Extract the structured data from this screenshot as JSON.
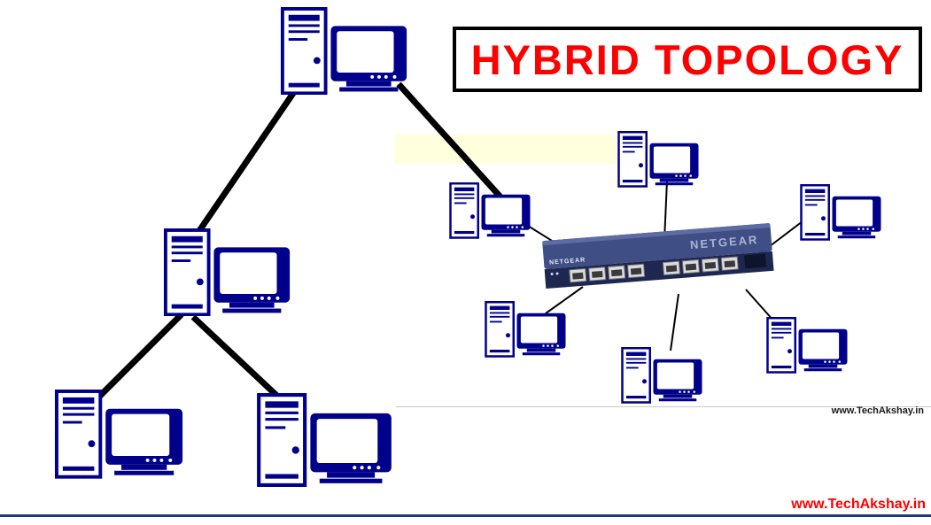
{
  "title": {
    "text": "HYBRID TOPOLOGY",
    "color": "#ff0000"
  },
  "watermarks": {
    "mid": "www.TechAkshay.in",
    "bottom": "www.TechAkshay.in"
  },
  "switch": {
    "brand": "NETGEAR"
  },
  "colors": {
    "node_navy": "#00008b",
    "edge_black": "#000000",
    "title_red": "#ff0000",
    "switch_top": "#3f4f85",
    "switch_front": "#1d2750",
    "highlight_yellow": "#ffffdd",
    "bottom_rule_blue": "#20357a"
  },
  "diagram": {
    "type": "network-topology",
    "topologies": [
      "tree",
      "star"
    ],
    "nodes": [
      {
        "id": "tree-root",
        "kind": "computer"
      },
      {
        "id": "tree-mid",
        "kind": "computer"
      },
      {
        "id": "tree-leaf-left",
        "kind": "computer"
      },
      {
        "id": "tree-leaf-right",
        "kind": "computer"
      },
      {
        "id": "star-switch",
        "kind": "switch",
        "brand": "NETGEAR"
      },
      {
        "id": "star-pc-top",
        "kind": "computer"
      },
      {
        "id": "star-pc-upper-left",
        "kind": "computer"
      },
      {
        "id": "star-pc-upper-right",
        "kind": "computer"
      },
      {
        "id": "star-pc-lower-left",
        "kind": "computer"
      },
      {
        "id": "star-pc-bottom",
        "kind": "computer"
      },
      {
        "id": "star-pc-lower-right",
        "kind": "computer"
      }
    ],
    "edges": [
      {
        "from": "tree-root",
        "to": "tree-mid"
      },
      {
        "from": "tree-mid",
        "to": "tree-leaf-left"
      },
      {
        "from": "tree-mid",
        "to": "tree-leaf-right"
      },
      {
        "from": "tree-root",
        "to": "star-pc-upper-left"
      },
      {
        "from": "star-switch",
        "to": "star-pc-top"
      },
      {
        "from": "star-switch",
        "to": "star-pc-upper-left"
      },
      {
        "from": "star-switch",
        "to": "star-pc-upper-right"
      },
      {
        "from": "star-switch",
        "to": "star-pc-lower-left"
      },
      {
        "from": "star-switch",
        "to": "star-pc-bottom"
      },
      {
        "from": "star-switch",
        "to": "star-pc-lower-right"
      }
    ]
  }
}
